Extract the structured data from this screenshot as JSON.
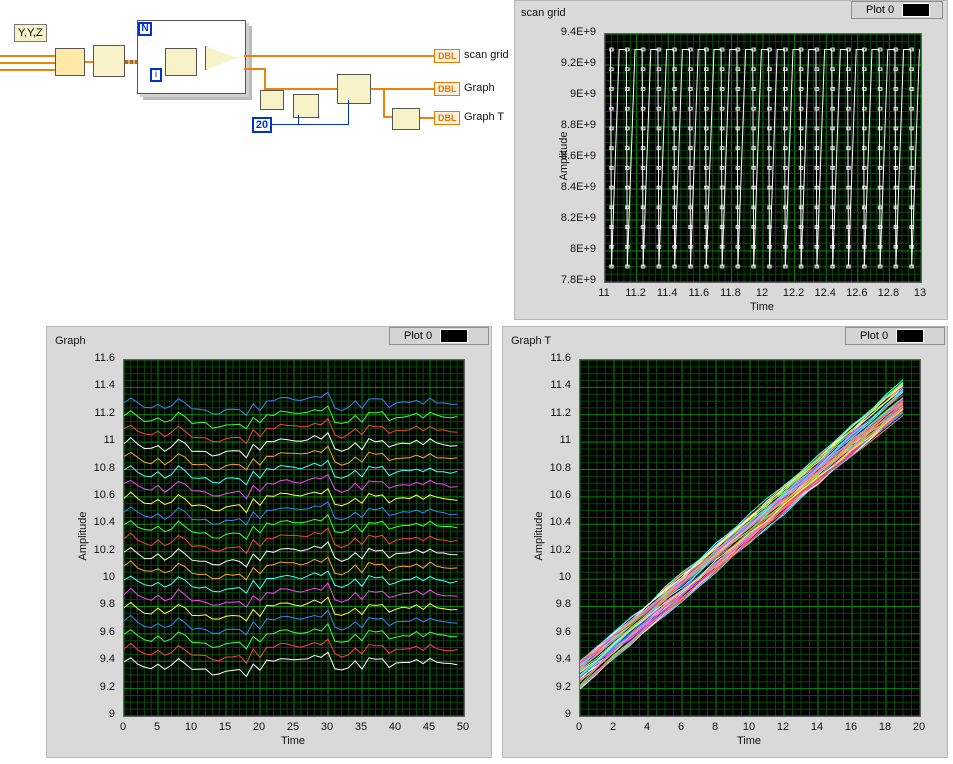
{
  "block_diagram": {
    "control_label": "Y,Y,Z",
    "n_terminal": "N",
    "i_terminal": "i",
    "constant_value": "20",
    "indicators": [
      {
        "tag": "DBL",
        "label": "scan grid"
      },
      {
        "tag": "DBL",
        "label": "Graph"
      },
      {
        "tag": "DBL",
        "label": "Graph T"
      }
    ]
  },
  "charts": [
    {
      "id": "scan_grid",
      "title": "scan grid",
      "legend_label": "Plot 0",
      "xlabel": "Time",
      "ylabel": "Amplitude",
      "x_ticks": [
        "11",
        "11.2",
        "11.4",
        "11.6",
        "11.8",
        "12",
        "12.2",
        "12.4",
        "12.6",
        "12.8",
        "13"
      ],
      "y_ticks": [
        "9.4E+9",
        "9.2E+9",
        "9E+9",
        "8.8E+9",
        "8.6E+9",
        "8.4E+9",
        "8.2E+9",
        "8E+9",
        "7.8E+9"
      ]
    },
    {
      "id": "graph",
      "title": "Graph",
      "legend_label": "Plot 0",
      "xlabel": "Time",
      "ylabel": "Amplitude",
      "x_ticks": [
        "0",
        "5",
        "10",
        "15",
        "20",
        "25",
        "30",
        "35",
        "40",
        "45",
        "50"
      ],
      "y_ticks": [
        "11.6",
        "11.4",
        "11.2",
        "11",
        "10.8",
        "10.6",
        "10.4",
        "10.2",
        "10",
        "9.8",
        "9.6",
        "9.4",
        "9.2",
        "9"
      ]
    },
    {
      "id": "graph_t",
      "title": "Graph T",
      "legend_label": "Plot 0",
      "xlabel": "Time",
      "ylabel": "Amplitude",
      "x_ticks": [
        "0",
        "2",
        "4",
        "6",
        "8",
        "10",
        "12",
        "14",
        "16",
        "18",
        "20"
      ],
      "y_ticks": [
        "11.6",
        "11.4",
        "11.2",
        "11",
        "10.8",
        "10.6",
        "10.4",
        "10.2",
        "10",
        "9.8",
        "9.6",
        "9.4",
        "9.2",
        "9"
      ]
    }
  ],
  "chart_data": [
    {
      "type": "line",
      "title": "scan grid",
      "xlabel": "Time",
      "ylabel": "Amplitude",
      "xlim": [
        11,
        13
      ],
      "ylim": [
        7800000000,
        9400000000
      ],
      "grid": true,
      "series": [
        {
          "name": "Plot 0",
          "pattern": "sawtooth",
          "period": 0.1,
          "ymin": 7900000000,
          "ymax": 9300000000
        }
      ]
    },
    {
      "type": "line",
      "title": "Graph",
      "xlabel": "Time",
      "ylabel": "Amplitude",
      "xlim": [
        0,
        50
      ],
      "ylim": [
        9,
        11.6
      ],
      "grid": true,
      "series_count": 20,
      "series_offsets": [
        9.38,
        9.48,
        9.58,
        9.68,
        9.78,
        9.88,
        9.98,
        10.08,
        10.18,
        10.28,
        10.38,
        10.48,
        10.58,
        10.68,
        10.78,
        10.88,
        10.98,
        11.08,
        11.18,
        11.28
      ],
      "series_colors": [
        "#ffffff",
        "#ff4040",
        "#40ff40",
        "#4080ff",
        "#ffff40",
        "#ff40ff",
        "#40ffff",
        "#ffa040",
        "#ffffff",
        "#ff4040",
        "#40ff40",
        "#4080ff",
        "#ffff40",
        "#ff40ff",
        "#40ffff",
        "#ffa040",
        "#ffffff",
        "#ff4040",
        "#40ff40",
        "#4080ff"
      ]
    },
    {
      "type": "line",
      "title": "Graph T",
      "xlabel": "Time",
      "ylabel": "Amplitude",
      "xlim": [
        0,
        20
      ],
      "ylim": [
        9,
        11.6
      ],
      "grid": true,
      "series_count": 50,
      "start_range": [
        9.2,
        9.4
      ],
      "end_range": [
        11.2,
        11.45
      ],
      "end_x": 19
    }
  ]
}
